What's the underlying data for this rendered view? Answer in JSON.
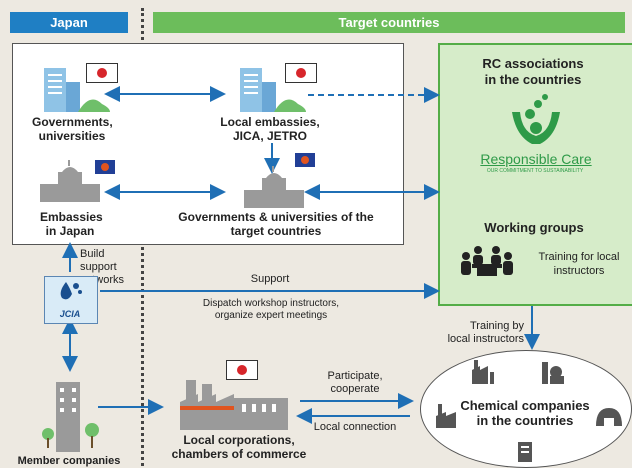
{
  "header": {
    "japan": "Japan",
    "target": "Target countries"
  },
  "nodes": {
    "gov_jp": "Governments, universities",
    "embassy_jp": "Embassies in Japan",
    "local_embassy": "Local embassies, JICA, JETRO",
    "gov_target": "Governments & universities of the target countries",
    "rc_assoc": "RC associations in the countries",
    "rc_logo_text": "Responsible Care",
    "rc_logo_tagline": "OUR COMMITMENT TO SUSTAINABILITY",
    "working_groups": "Working groups",
    "training_local": "Training for local instructors",
    "jcia_logo": "JCIA",
    "member": "Member companies",
    "local_corp": "Local corporations, chambers of commerce",
    "chem": "Chemical companies in the countries"
  },
  "edges": {
    "build": "Build support networks",
    "support": "Support",
    "dispatch": "Dispatch workshop instructors, organize expert meetings",
    "training_by": "Training by local instructors",
    "participate": "Participate, cooperate",
    "local_connection": "Local connection"
  },
  "colors": {
    "japan_header": "#1f7fc4",
    "target_header": "#69bb5a",
    "arrow": "#1f6fb5",
    "rc_green": "#2e9a48",
    "rc_box": "#d6ecc9"
  },
  "icons": [
    "japan-flag-icon",
    "target-country-flag-icon",
    "office-building-icon",
    "government-building-icon",
    "factory-icon",
    "rc-hands-logo-icon",
    "meeting-people-icon",
    "jcia-logo-icon"
  ]
}
